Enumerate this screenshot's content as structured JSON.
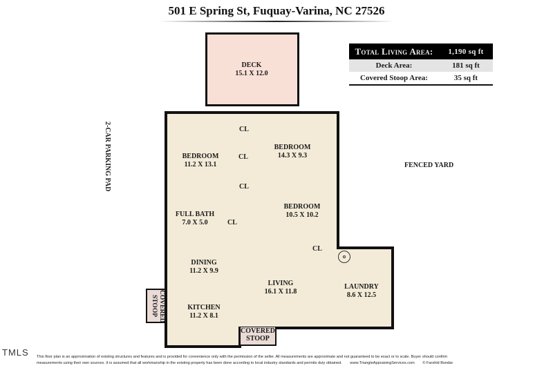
{
  "header": {
    "address": "501 E Spring St, Fuquay-Varina, NC 27526"
  },
  "area_table": {
    "rows": [
      {
        "label": "Total Living Area:",
        "value": "1,190 sq ft"
      },
      {
        "label": "Deck Area:",
        "value": "181 sq ft"
      },
      {
        "label": "Covered Stoop Area:",
        "value": "35 sq ft"
      }
    ]
  },
  "colors": {
    "interior_fill": "#f3ebd8",
    "deck_fill": "#f9e0d6",
    "stoop_fill": "#eadbd6",
    "wall": "#111111",
    "table_header_bg": "#000000",
    "table_alt_bg": "#e4e4e4"
  },
  "exterior_labels": {
    "parking": "2-CAR PARKING PAD",
    "yard": "FENCED YARD"
  },
  "deck": {
    "name": "DECK",
    "dims": "15.1 X 12.0"
  },
  "rooms": [
    {
      "name": "BEDROOM",
      "dims": "11.2 X 13.1"
    },
    {
      "name": "BEDROOM",
      "dims": "14.3 X 9.3"
    },
    {
      "name": "FULL BATH",
      "dims": "7.0 X 5.0"
    },
    {
      "name": "BEDROOM",
      "dims": "10.5 X 10.2"
    },
    {
      "name": "DINING",
      "dims": "11.2 X 9.9"
    },
    {
      "name": "LIVING",
      "dims": "16.1 X 11.8"
    },
    {
      "name": "LAUNDRY",
      "dims": "8.6 X 12.5"
    },
    {
      "name": "KITCHEN",
      "dims": "11.2 X 8.1"
    }
  ],
  "closets": [
    "CL",
    "CL",
    "CL",
    "CL",
    "CL"
  ],
  "stoops": {
    "bottom": {
      "line1": "COVERED",
      "line2": "STOOP"
    },
    "left": {
      "line1": "COVERED",
      "line2": "STOOP"
    }
  },
  "footer": {
    "logo": "TMLS",
    "disclaimer_line1": "This floor plan is an approximation of existing structures and features and is provided for convenience only with the permission of the seller.  All measurements are approximate and not guaranteed to be exact or to scale.  Buyer should confirm",
    "disclaimer_line2": "measurements using their own sources.  It is assumed that all workmanship in the existing property has been done according to local industry standards and permits duly obtained.",
    "website": "www.TriangleAppraisingServices.com",
    "copyright": "© Farshid Bondar"
  }
}
